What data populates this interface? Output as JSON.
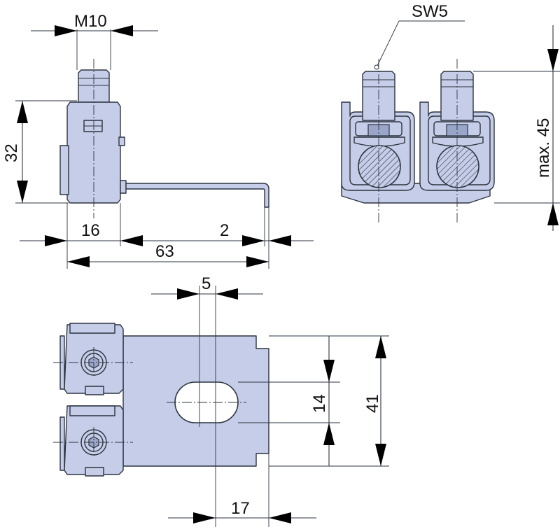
{
  "dimensions": {
    "thread": "M10",
    "wrench_size": "SW5",
    "height": "32",
    "body_width": "16",
    "total_length": "63",
    "strip_thickness": "2",
    "max_height": "max. 45",
    "slot_width": "5",
    "slot_spacing": "14",
    "plate_height": "41",
    "plate_offset": "17"
  },
  "colors": {
    "part_fill": "#c5cde8",
    "line": "#2d3440",
    "arrow": "#000000"
  }
}
